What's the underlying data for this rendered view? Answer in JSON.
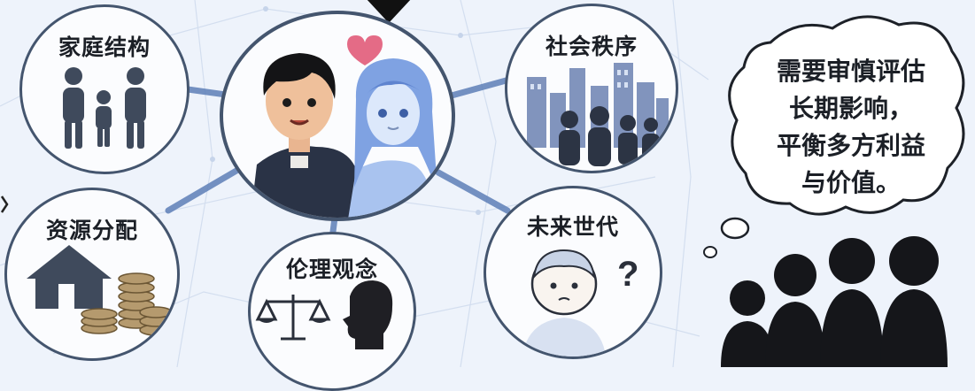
{
  "nodes": {
    "family": {
      "title": "家庭结构",
      "icon": "family-icon"
    },
    "social": {
      "title": "社会秩序",
      "icon": "city-crowd-icon"
    },
    "resources": {
      "title": "资源分配",
      "icon": "house-coins-icon"
    },
    "ethics": {
      "title": "伦理观念",
      "icon": "scales-head-icon"
    },
    "future": {
      "title": "未来世代",
      "icon": "child-question-icon"
    },
    "center": {
      "icon": "boy-and-ai-girl-couple-icon",
      "accent": "heart-icon"
    }
  },
  "thought_bubble": {
    "lines": [
      "需要审慎评估",
      "长期影响，",
      "平衡多方利益",
      "与价值。"
    ]
  },
  "colors": {
    "outline": "#44556e",
    "figure": "#3f4a5c",
    "heart": "#e46b86",
    "ai_blue": "#8fb0e8",
    "coin": "#b59a6e",
    "dark": "#1f1f24"
  }
}
